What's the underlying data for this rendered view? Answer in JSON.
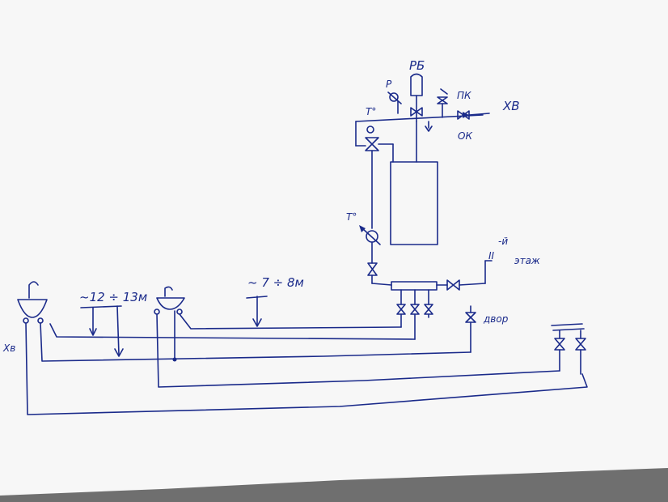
{
  "labels": {
    "rb": "РБ",
    "r": "Р",
    "pk": "ПК",
    "xv": "ХВ",
    "ok": "ОК",
    "t_top": "Т°",
    "t_mid": "Т°",
    "floor_num": "-й",
    "floor_ii": "II",
    "floor_word": "этаж",
    "dist_left": "~12 ÷ 13м",
    "dist_mid": "~ 7 ÷ 8м",
    "xv_left": "Хв",
    "yard": "двор"
  },
  "colors": {
    "ink": "#1a2a8a",
    "paper": "#f7f7f7",
    "shadow": "#6f6f6f"
  }
}
